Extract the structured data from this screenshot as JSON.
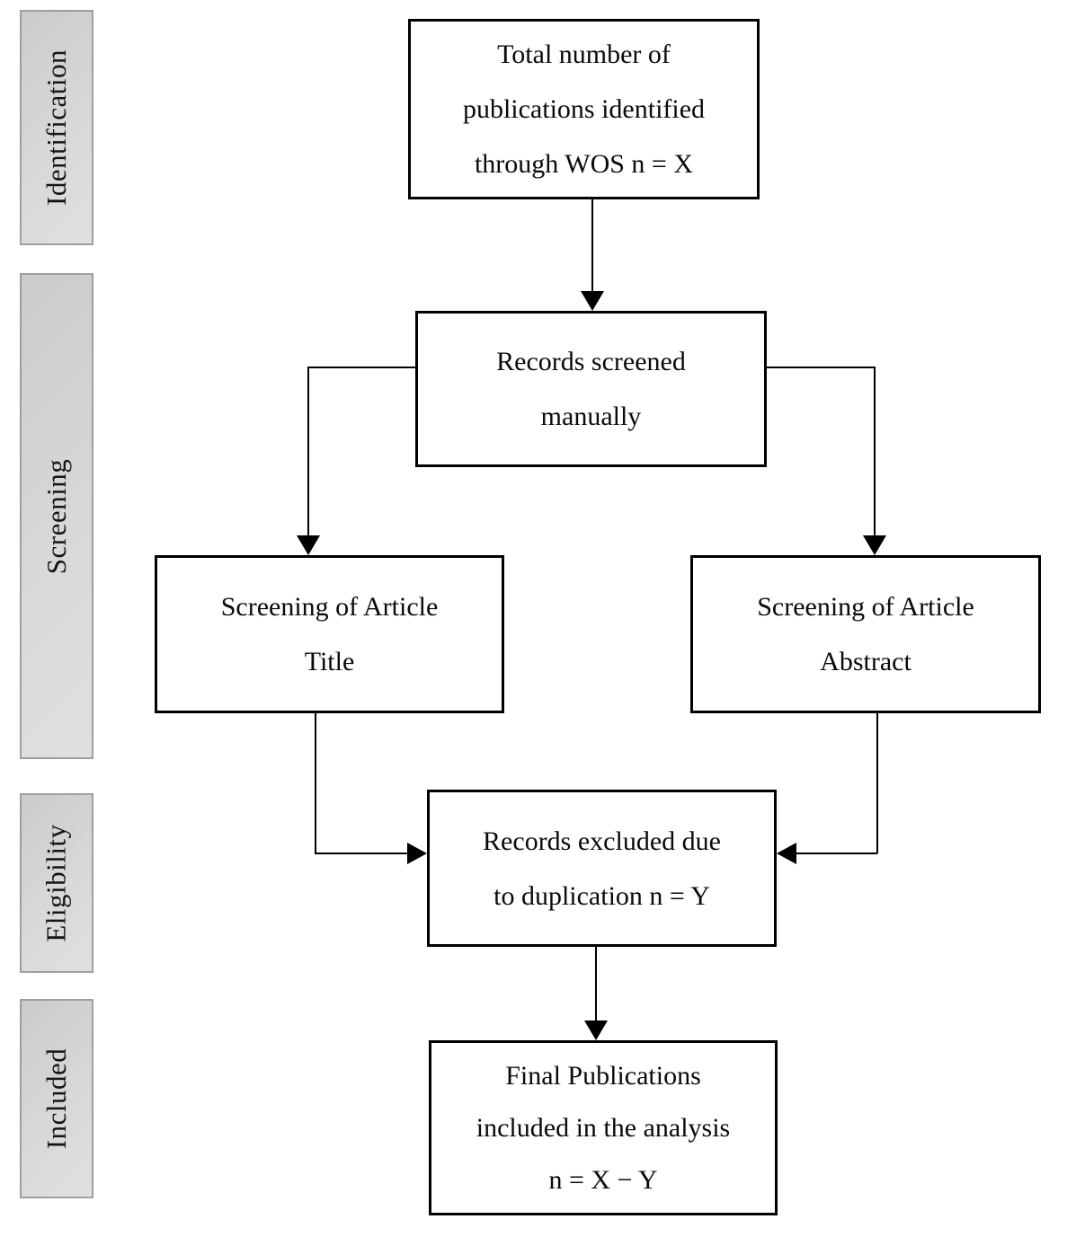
{
  "diagram": {
    "stages": [
      {
        "label": "Identification"
      },
      {
        "label": "Screening"
      },
      {
        "label": "Eligibility"
      },
      {
        "label": "Included"
      }
    ],
    "nodes": {
      "total": {
        "lines": [
          "Total number of",
          "publications identified",
          "through WOS n = X"
        ]
      },
      "screened": {
        "lines": [
          "Records screened",
          "manually"
        ]
      },
      "title": {
        "lines": [
          "Screening of Article",
          "Title"
        ]
      },
      "abstract": {
        "lines": [
          "Screening of Article",
          "Abstract"
        ]
      },
      "excluded": {
        "lines": [
          "Records excluded due",
          "to duplication n = Y"
        ]
      },
      "final": {
        "lines": [
          "Final Publications",
          "included in the analysis",
          "n = X − Y"
        ]
      }
    },
    "colors": {
      "background": "#ffffff",
      "node_border": "#000000",
      "text": "#0a0a0a",
      "stage_fill": "#d6d6d6",
      "stage_border": "#9f9f9f",
      "connector": "#000000"
    }
  }
}
